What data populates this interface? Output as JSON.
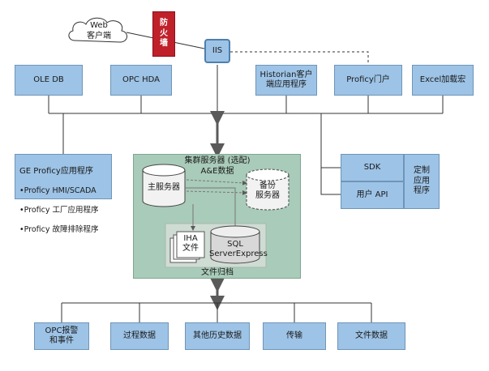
{
  "web_client": "Web\n客户端",
  "firewall": "防\n火\n墙",
  "iis": "IIS",
  "top_row": {
    "ole_db": "OLE DB",
    "opc_hda": "OPC HDA",
    "historian_client": "Historian客户\n端应用程序",
    "proficy_portal": "Proficy门户",
    "excel_addin": "Excel加载宏"
  },
  "ge_proficy": {
    "title": "GE Proficy应用程序",
    "items": [
      "•Proficy HMI/SCADA",
      "•Proficy 工厂应用程序",
      "•Proficy 故障排除程序"
    ]
  },
  "cluster": {
    "title": "集群服务器 (选配)",
    "ae_data": "A&E数据",
    "primary_server": "主服务器",
    "backup_server": "备份\n服务器",
    "iha_files": "IHA\n文件",
    "sql_server": "SQL\nServerExpress",
    "file_archive": "文件归档"
  },
  "custom_apps": {
    "sdk": "SDK",
    "user_api": "用户 API",
    "label": "定制\n应用\n程序"
  },
  "bottom_row": {
    "opc_alarms": "OPC报警\n和事件",
    "process_data": "过程数据",
    "other_history": "其他历史数据",
    "transfer": "传输",
    "file_data": "文件数据"
  },
  "colors": {
    "box_fill": "#9dc3e6",
    "cluster_fill": "#a9cbb9",
    "archive_fill": "#cfdcd4",
    "firewall_fill": "#c0202a",
    "line": "#333333",
    "arrow": "#5a5a5a"
  }
}
